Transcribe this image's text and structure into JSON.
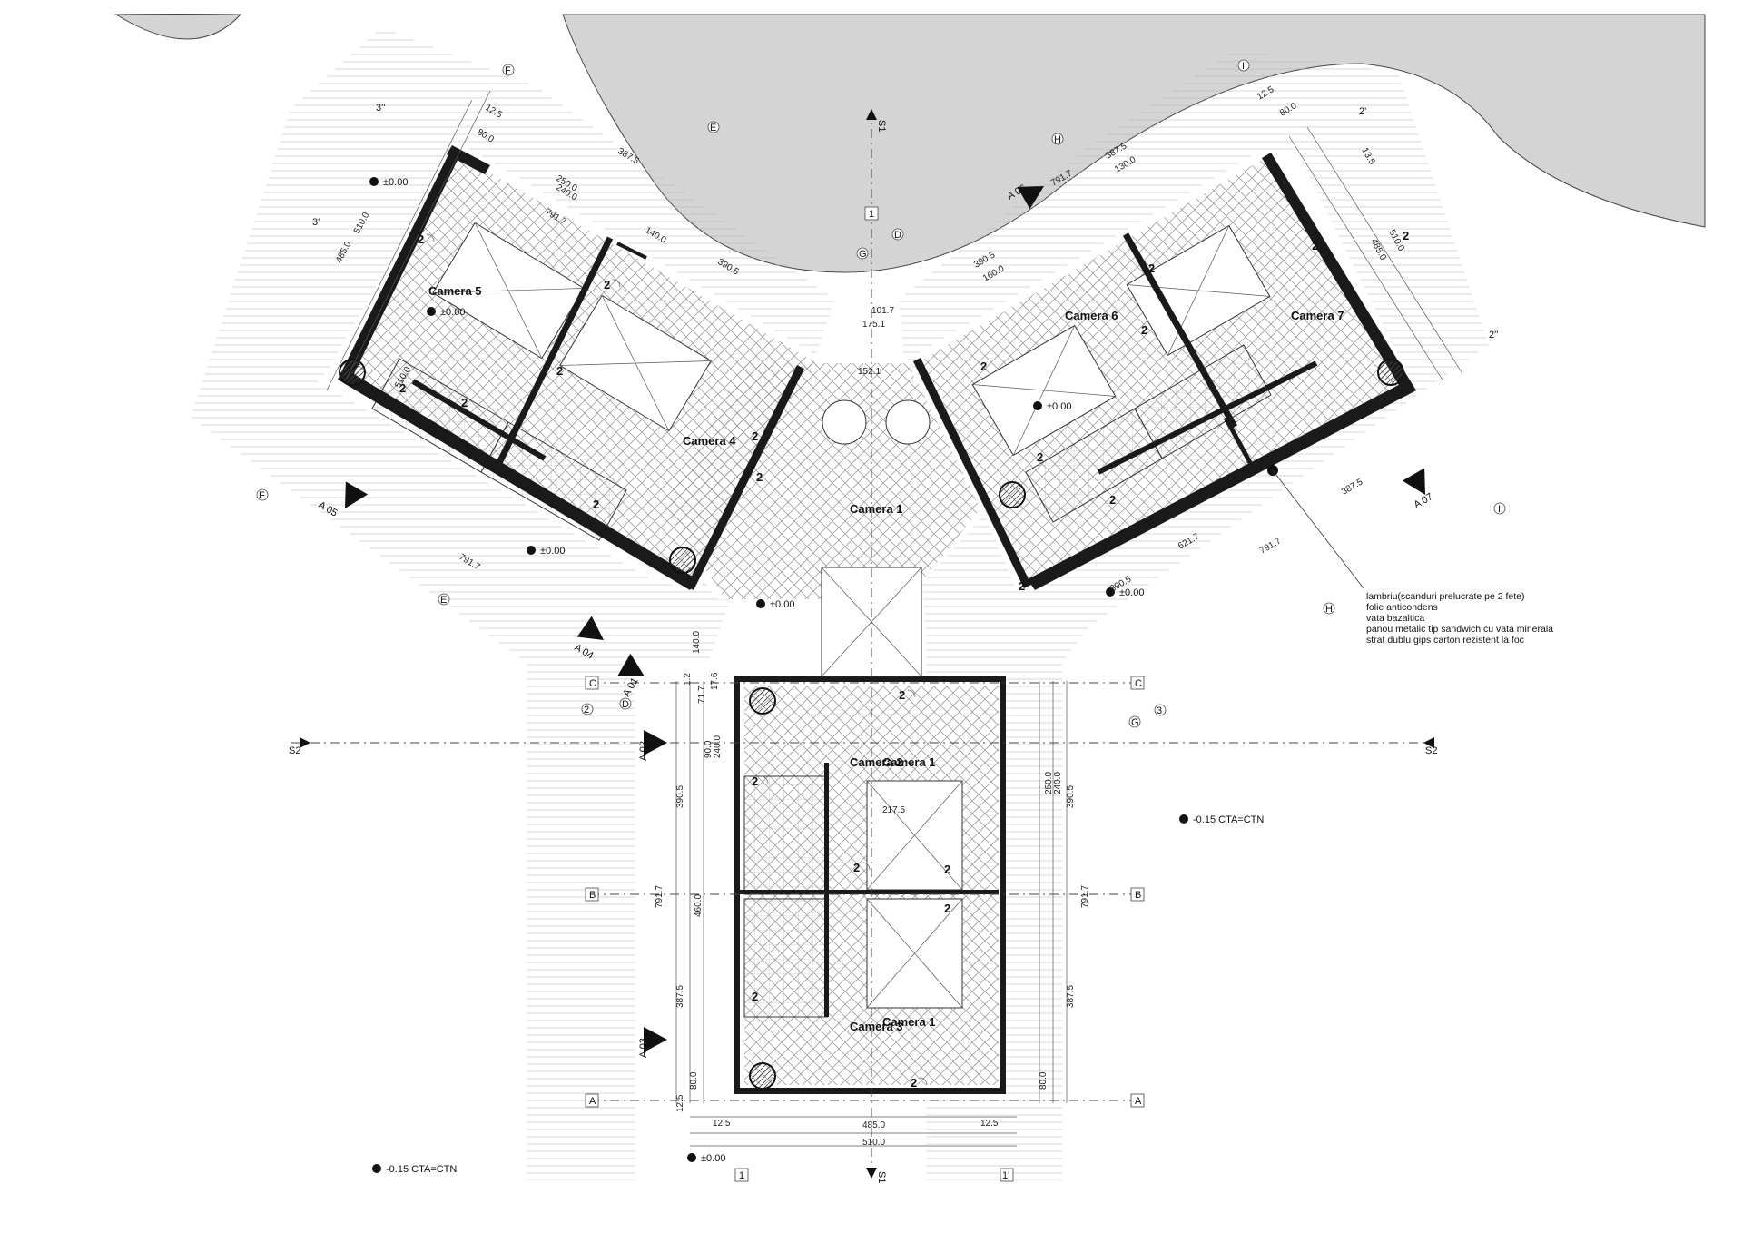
{
  "drawing": {
    "rooms": {
      "camera_1": "Camera 1",
      "camera_2": "Camera 2",
      "camera_3": "Camera 3",
      "camera_4": "Camera 4",
      "camera_5": "Camera 5",
      "camera_6": "Camera 6",
      "camera_7": "Camera 7"
    },
    "levels": {
      "zero": "±0.00",
      "ground": "-0.15 CTA=CTN"
    },
    "sections": {
      "s1": "S1",
      "s2": "S2"
    },
    "views": [
      "A 01",
      "A 02",
      "A 03",
      "A 04",
      "A 05",
      "A 06",
      "A 07"
    ],
    "axes": [
      "A",
      "B",
      "C",
      "D",
      "E",
      "F",
      "G",
      "H",
      "I",
      "1",
      "2",
      "3",
      "1'",
      "2'",
      "3'",
      "2''",
      "3''"
    ],
    "door_tag": "2",
    "dimensions": {
      "d1": "12.5",
      "d2": "80.0",
      "d3": "387.5",
      "d4": "791.7",
      "d5": "485.0",
      "d6": "510.0",
      "d7": "250.0",
      "d8": "240.0",
      "d9": "140.0",
      "d10": "390.5",
      "d11": "71.7",
      "d12": "17.6",
      "d13": "1.2",
      "d14": "460.0",
      "d15": "90.0",
      "d16": "621.7",
      "d17": "175.1",
      "d18": "101.7",
      "d19": "160.0",
      "d20": "130.0",
      "d21": "217.5",
      "d22": "13.5",
      "d23": "152.1"
    },
    "wall_legend": [
      "lambriu(scanduri prelucrate pe 2 fete)",
      "folie anticondens",
      "vata bazaltica",
      "panou metalic tip sandwich cu vata minerala",
      "strat dublu gips carton rezistent la foc"
    ],
    "colors": {
      "walls": "#1a1a1a",
      "landscape": "#d4d4d4",
      "lines": "#555555"
    }
  }
}
